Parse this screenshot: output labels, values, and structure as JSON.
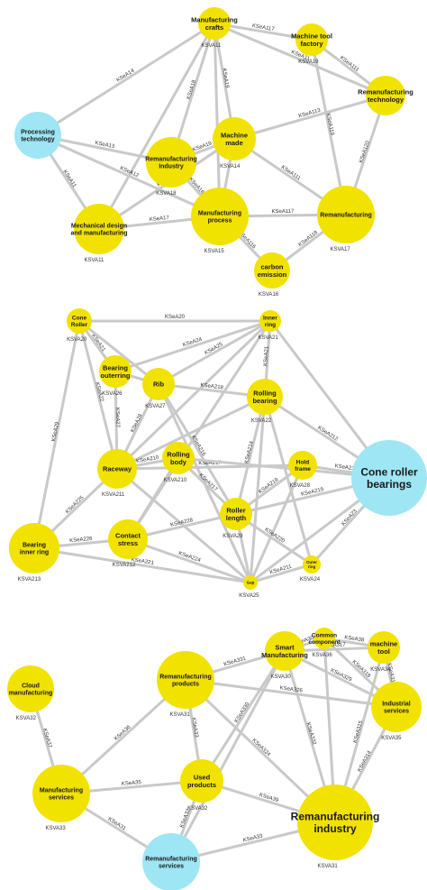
{
  "graphs": [
    {
      "nodes": [
        {
          "id": "mc",
          "label": [
            "Manufacturing",
            "crafts"
          ],
          "tag": "KSVA11"
        },
        {
          "id": "mtf",
          "label": [
            "Machine tool",
            "factory"
          ],
          "tag": "KSVA19"
        },
        {
          "id": "rt",
          "label": [
            "Remanufacturing",
            "technology"
          ],
          "tag": ""
        },
        {
          "id": "pt",
          "label": [
            "Processing",
            "technology"
          ],
          "tag": ""
        },
        {
          "id": "mm",
          "label": [
            "Machine",
            "made"
          ],
          "tag": "KSVA14"
        },
        {
          "id": "ri",
          "label": [
            "Remanufacturing",
            "Industry"
          ],
          "tag": "KSVA18"
        },
        {
          "id": "mdm",
          "label": [
            "Mechanical design",
            "and manufacturing"
          ],
          "tag": "KSVA11"
        },
        {
          "id": "mp",
          "label": [
            "Manufacturing",
            "process"
          ],
          "tag": "KSVA15"
        },
        {
          "id": "rem",
          "label": [
            "Remanufacturing"
          ],
          "tag": "KSVA17"
        },
        {
          "id": "ce",
          "label": [
            "carbon",
            "emission"
          ],
          "tag": "KSVA16"
        }
      ],
      "edges": [
        {
          "a": "mc",
          "b": "mtf",
          "tag": "KSeA117"
        },
        {
          "a": "mc",
          "b": "pt",
          "tag": "KSeA14"
        },
        {
          "a": "mc",
          "b": "ri",
          "tag": "KSeA18"
        },
        {
          "a": "mc",
          "b": "mm",
          "tag": "KSeA19"
        },
        {
          "a": "mc",
          "b": "mdm",
          "tag": ""
        },
        {
          "a": "mc",
          "b": "rt",
          "tag": "KSeA11"
        },
        {
          "a": "mc",
          "b": "mp",
          "tag": ""
        },
        {
          "a": "mtf",
          "b": "rt",
          "tag": "KSeA111"
        },
        {
          "a": "mtf",
          "b": "rem",
          "tag": "KSeA119"
        },
        {
          "a": "rt",
          "b": "mm",
          "tag": "KSeA113"
        },
        {
          "a": "rt",
          "b": "rem",
          "tag": "KSeA120"
        },
        {
          "a": "pt",
          "b": "ri",
          "tag": "KSeA13"
        },
        {
          "a": "pt",
          "b": "mdm",
          "tag": "KSeA11"
        },
        {
          "a": "pt",
          "b": "mp",
          "tag": "KSeA12"
        },
        {
          "a": "mm",
          "b": "mdm",
          "tag": "KSeA15"
        },
        {
          "a": "mm",
          "b": "rem",
          "tag": "KSeA111"
        },
        {
          "a": "mm",
          "b": "mp",
          "tag": ""
        },
        {
          "a": "ri",
          "b": "mm",
          "tag": "KSeA19"
        },
        {
          "a": "ri",
          "b": "mp",
          "tag": "KSeA16"
        },
        {
          "a": "mdm",
          "b": "mp",
          "tag": "KSeA17"
        },
        {
          "a": "mp",
          "b": "rem",
          "tag": "KSeA117"
        },
        {
          "a": "mp",
          "b": "ce",
          "tag": "KSeA116"
        },
        {
          "a": "ce",
          "b": "rem",
          "tag": "KSeA118"
        }
      ]
    },
    {
      "nodes": [
        {
          "id": "cr",
          "label": [
            "Cone",
            "Roller"
          ],
          "tag": "KSVA20"
        },
        {
          "id": "ir",
          "label": [
            "Inner",
            "ring"
          ],
          "tag": "KSVA21"
        },
        {
          "id": "bo",
          "label": [
            "Bearing",
            "outerring"
          ],
          "tag": "KSVA26"
        },
        {
          "id": "rib",
          "label": [
            "Rib"
          ],
          "tag": "KSVA27"
        },
        {
          "id": "rb",
          "label": [
            "Rolling",
            "bearing"
          ],
          "tag": "KSVA22"
        },
        {
          "id": "crb",
          "label": [
            "Cone roller",
            "bearings"
          ],
          "tag": ""
        },
        {
          "id": "rw",
          "label": [
            "Raceway"
          ],
          "tag": "KSVA211"
        },
        {
          "id": "rbody",
          "label": [
            "Rolling",
            "body"
          ],
          "tag": "KSVA210"
        },
        {
          "id": "hf",
          "label": [
            "Hold",
            "frame"
          ],
          "tag": "KSVA28"
        },
        {
          "id": "rl",
          "label": [
            "Roller",
            "length"
          ],
          "tag": "KSVA29"
        },
        {
          "id": "bir",
          "label": [
            "Bearing",
            "inner ring"
          ],
          "tag": "KSVA213"
        },
        {
          "id": "cs",
          "label": [
            "Contact",
            "stress"
          ],
          "tag": "KSVA212"
        },
        {
          "id": "or",
          "label": [
            "Outer",
            "ring"
          ],
          "tag": "KSVA24"
        },
        {
          "id": "gap",
          "label": [
            "Gap"
          ],
          "tag": "KSVA25"
        }
      ],
      "edges": [
        {
          "a": "cr",
          "b": "ir",
          "tag": "KSeA20"
        },
        {
          "a": "cr",
          "b": "bo",
          "tag": "KSeA21"
        },
        {
          "a": "cr",
          "b": "rw",
          "tag": "KSeA22"
        },
        {
          "a": "cr",
          "b": "bir",
          "tag": "KSeA29"
        },
        {
          "a": "cr",
          "b": "rib",
          "tag": ""
        },
        {
          "a": "ir",
          "b": "bo",
          "tag": "KSeA24"
        },
        {
          "a": "ir",
          "b": "rib",
          "tag": "KSeA25"
        },
        {
          "a": "ir",
          "b": "rw",
          "tag": ""
        },
        {
          "a": "ir",
          "b": "rb",
          "tag": "KSeA21"
        },
        {
          "a": "ir",
          "b": "crb",
          "tag": ""
        },
        {
          "a": "ir",
          "b": "cs",
          "tag": ""
        },
        {
          "a": "bo",
          "b": "rw",
          "tag": "KSeA27"
        },
        {
          "a": "bo",
          "b": "rib",
          "tag": ""
        },
        {
          "a": "rib",
          "b": "rb",
          "tag": "KSeA218"
        },
        {
          "a": "rib",
          "b": "rw",
          "tag": "KSeA28"
        },
        {
          "a": "rib",
          "b": "rl",
          "tag": "KSeA216"
        },
        {
          "a": "rib",
          "b": "gap",
          "tag": ""
        },
        {
          "a": "rb",
          "b": "rw",
          "tag": ""
        },
        {
          "a": "rb",
          "b": "rl",
          "tag": "KSeA214"
        },
        {
          "a": "rb",
          "b": "crb",
          "tag": "KSeA212"
        },
        {
          "a": "rb",
          "b": "gap",
          "tag": ""
        },
        {
          "a": "rb",
          "b": "or",
          "tag": ""
        },
        {
          "a": "rw",
          "b": "rbody",
          "tag": "KSeA210"
        },
        {
          "a": "rw",
          "b": "bir",
          "tag": "KSeA225"
        },
        {
          "a": "rw",
          "b": "gap",
          "tag": ""
        },
        {
          "a": "rw",
          "b": "hf",
          "tag": "KSeA217"
        },
        {
          "a": "rbody",
          "b": "crb",
          "tag": ""
        },
        {
          "a": "rbody",
          "b": "rl",
          "tag": "KSeA217"
        },
        {
          "a": "rbody",
          "b": "cs",
          "tag": ""
        },
        {
          "a": "hf",
          "b": "crb",
          "tag": "KSeA213"
        },
        {
          "a": "hf",
          "b": "rl",
          "tag": "KSeA219"
        },
        {
          "a": "hf",
          "b": "gap",
          "tag": ""
        },
        {
          "a": "rl",
          "b": "cs",
          "tag": "KSeA228"
        },
        {
          "a": "rl",
          "b": "or",
          "tag": "KSeA220"
        },
        {
          "a": "rl",
          "b": "crb",
          "tag": "KSeA219"
        },
        {
          "a": "rl",
          "b": "gap",
          "tag": ""
        },
        {
          "a": "bir",
          "b": "cs",
          "tag": "KSeA226"
        },
        {
          "a": "bir",
          "b": "gap",
          "tag": "KSeA221"
        },
        {
          "a": "cs",
          "b": "gap",
          "tag": "KSeA224"
        },
        {
          "a": "or",
          "b": "crb",
          "tag": "KSeA23"
        },
        {
          "a": "or",
          "b": "gap",
          "tag": "KSeA211"
        },
        {
          "a": "gap",
          "b": "crb",
          "tag": ""
        }
      ]
    },
    {
      "nodes": [
        {
          "id": "cm",
          "label": [
            "Cloud",
            "manufacturing"
          ],
          "tag": "KSVA32"
        },
        {
          "id": "cs3",
          "label": [
            "Common",
            "component"
          ],
          "tag": "KSVA36"
        },
        {
          "id": "mt",
          "label": [
            "machine",
            "tool"
          ],
          "tag": "KSVA34"
        },
        {
          "id": "sm",
          "label": [
            "Smart",
            "Manufacturing"
          ],
          "tag": "KSVA30"
        },
        {
          "id": "rp",
          "label": [
            "Remanufacturing",
            "products"
          ],
          "tag": "KSVA31"
        },
        {
          "id": "is",
          "label": [
            "Industrial",
            "services"
          ],
          "tag": "KSVA35"
        },
        {
          "id": "ms",
          "label": [
            "Manufacturing",
            "services"
          ],
          "tag": "KSVA33"
        },
        {
          "id": "up",
          "label": [
            "Used",
            "products"
          ],
          "tag": "KSVA32"
        },
        {
          "id": "rind",
          "label": [
            "Remanufacturing",
            "industry"
          ],
          "tag": "KSVA31"
        },
        {
          "id": "rs",
          "label": [
            "Remanufacturing",
            "services"
          ],
          "tag": ""
        }
      ],
      "edges": [
        {
          "a": "cm",
          "b": "ms",
          "tag": "KSeA37"
        },
        {
          "a": "cs3",
          "b": "mt",
          "tag": "KSeA38"
        },
        {
          "a": "cs3",
          "b": "sm",
          "tag": "KSeA30"
        },
        {
          "a": "cs3",
          "b": "is",
          "tag": "KSeA318"
        },
        {
          "a": "cs3",
          "b": "rind",
          "tag": ""
        },
        {
          "a": "mt",
          "b": "sm",
          "tag": "KSeA317"
        },
        {
          "a": "mt",
          "b": "is",
          "tag": "KSeA316"
        },
        {
          "a": "mt",
          "b": "rind",
          "tag": "KSeA315"
        },
        {
          "a": "sm",
          "b": "rp",
          "tag": "KSeA331"
        },
        {
          "a": "sm",
          "b": "is",
          "tag": "KSeA329"
        },
        {
          "a": "sm",
          "b": "up",
          "tag": "KSeA330"
        },
        {
          "a": "sm",
          "b": "rind",
          "tag": "KSeA332"
        },
        {
          "a": "sm",
          "b": "rs",
          "tag": ""
        },
        {
          "a": "rp",
          "b": "ms",
          "tag": "KSeA36"
        },
        {
          "a": "rp",
          "b": "up",
          "tag": "KSeA33"
        },
        {
          "a": "rp",
          "b": "rind",
          "tag": "KSeA324"
        },
        {
          "a": "rp",
          "b": "is",
          "tag": "KSeA326"
        },
        {
          "a": "is",
          "b": "rind",
          "tag": "KSeA314"
        },
        {
          "a": "ms",
          "b": "up",
          "tag": "KSeA35"
        },
        {
          "a": "ms",
          "b": "rs",
          "tag": "KSeA31"
        },
        {
          "a": "up",
          "b": "rs",
          "tag": "KSeA32"
        },
        {
          "a": "up",
          "b": "rind",
          "tag": "KSeA39"
        },
        {
          "a": "rs",
          "b": "rind",
          "tag": "KSeA33"
        }
      ]
    }
  ],
  "colors": {
    "topic": "#f2e200",
    "root": "#9fe6f5",
    "edge": "#c9c9c9"
  }
}
